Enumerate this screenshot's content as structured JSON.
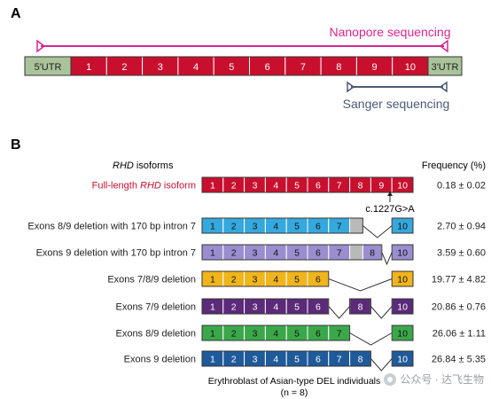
{
  "colors": {
    "red": "#c8102e",
    "utr": "#a9c49a",
    "pink": "#d6268f",
    "navy": "#4a5b74",
    "blue": "#35a8dd",
    "lavender": "#9a8ecf",
    "yellow": "#f0b41c",
    "purple": "#5b2a78",
    "green": "#3aa84a",
    "darkblue": "#1f5a9a",
    "gray": "#b9b9b9",
    "text_red": "#c8102e",
    "text_navy": "#4a5b74"
  },
  "panel_a": {
    "label": "A",
    "nanopore_label": "Nanopore sequencing",
    "sanger_label": "Sanger sequencing",
    "utr5": "5'UTR",
    "utr3": "3'UTR",
    "exons": [
      "1",
      "2",
      "3",
      "4",
      "5",
      "6",
      "7",
      "8",
      "9",
      "10"
    ]
  },
  "panel_b": {
    "label": "B",
    "isoforms_header_italic": "RHD",
    "isoforms_header_rest": " isoforms",
    "frequency_header": "Frequency (%)",
    "mutation_label": "c.1227G>A",
    "footnote_line1": "Erythroblast of Asian-type DEL individuals",
    "footnote_line2": "(n = 8)",
    "rows": [
      {
        "label_pre": "Full-length ",
        "label_italic": "RHD",
        "label_post": " isoform",
        "label_color": "red",
        "color": "red",
        "exons": [
          "1",
          "2",
          "3",
          "4",
          "5",
          "6",
          "7",
          "8",
          "9",
          "10"
        ],
        "intron": false,
        "frequency": "0.18 ± 0.02"
      },
      {
        "label_pre": "Exons 8/9 deletion with 170 bp intron 7",
        "label_italic": "",
        "label_post": "",
        "label_color": "",
        "color": "blue",
        "exons": [
          "1",
          "2",
          "3",
          "4",
          "5",
          "6",
          "7",
          "10"
        ],
        "intron": true,
        "frequency": "2.70 ± 0.94"
      },
      {
        "label_pre": "Exons 9 deletion with 170 bp intron 7",
        "label_italic": "",
        "label_post": "",
        "label_color": "",
        "color": "lavender",
        "exons": [
          "1",
          "2",
          "3",
          "4",
          "5",
          "6",
          "7",
          "8",
          "10"
        ],
        "intron": true,
        "frequency": "3.59 ± 0.60"
      },
      {
        "label_pre": "Exons 7/8/9 deletion",
        "label_italic": "",
        "label_post": "",
        "label_color": "",
        "color": "yellow",
        "exons": [
          "1",
          "2",
          "3",
          "4",
          "5",
          "6",
          "10"
        ],
        "intron": false,
        "frequency": "19.77 ± 4.82"
      },
      {
        "label_pre": "Exons 7/9 deletion",
        "label_italic": "",
        "label_post": "",
        "label_color": "",
        "color": "purple",
        "exons": [
          "1",
          "2",
          "3",
          "4",
          "5",
          "6",
          "8",
          "10"
        ],
        "intron": false,
        "frequency": "20.86 ± 0.76"
      },
      {
        "label_pre": "Exons 8/9 deletion",
        "label_italic": "",
        "label_post": "",
        "label_color": "",
        "color": "green",
        "exons": [
          "1",
          "2",
          "3",
          "4",
          "5",
          "6",
          "7",
          "10"
        ],
        "intron": false,
        "frequency": "26.06 ± 1.11"
      },
      {
        "label_pre": "Exons 9 deletion",
        "label_italic": "",
        "label_post": "",
        "label_color": "",
        "color": "darkblue",
        "exons": [
          "1",
          "2",
          "3",
          "4",
          "5",
          "6",
          "7",
          "8",
          "10"
        ],
        "intron": false,
        "frequency": "26.84 ± 5.35"
      }
    ]
  },
  "watermark": {
    "text": "公众号 · 达飞生物"
  }
}
